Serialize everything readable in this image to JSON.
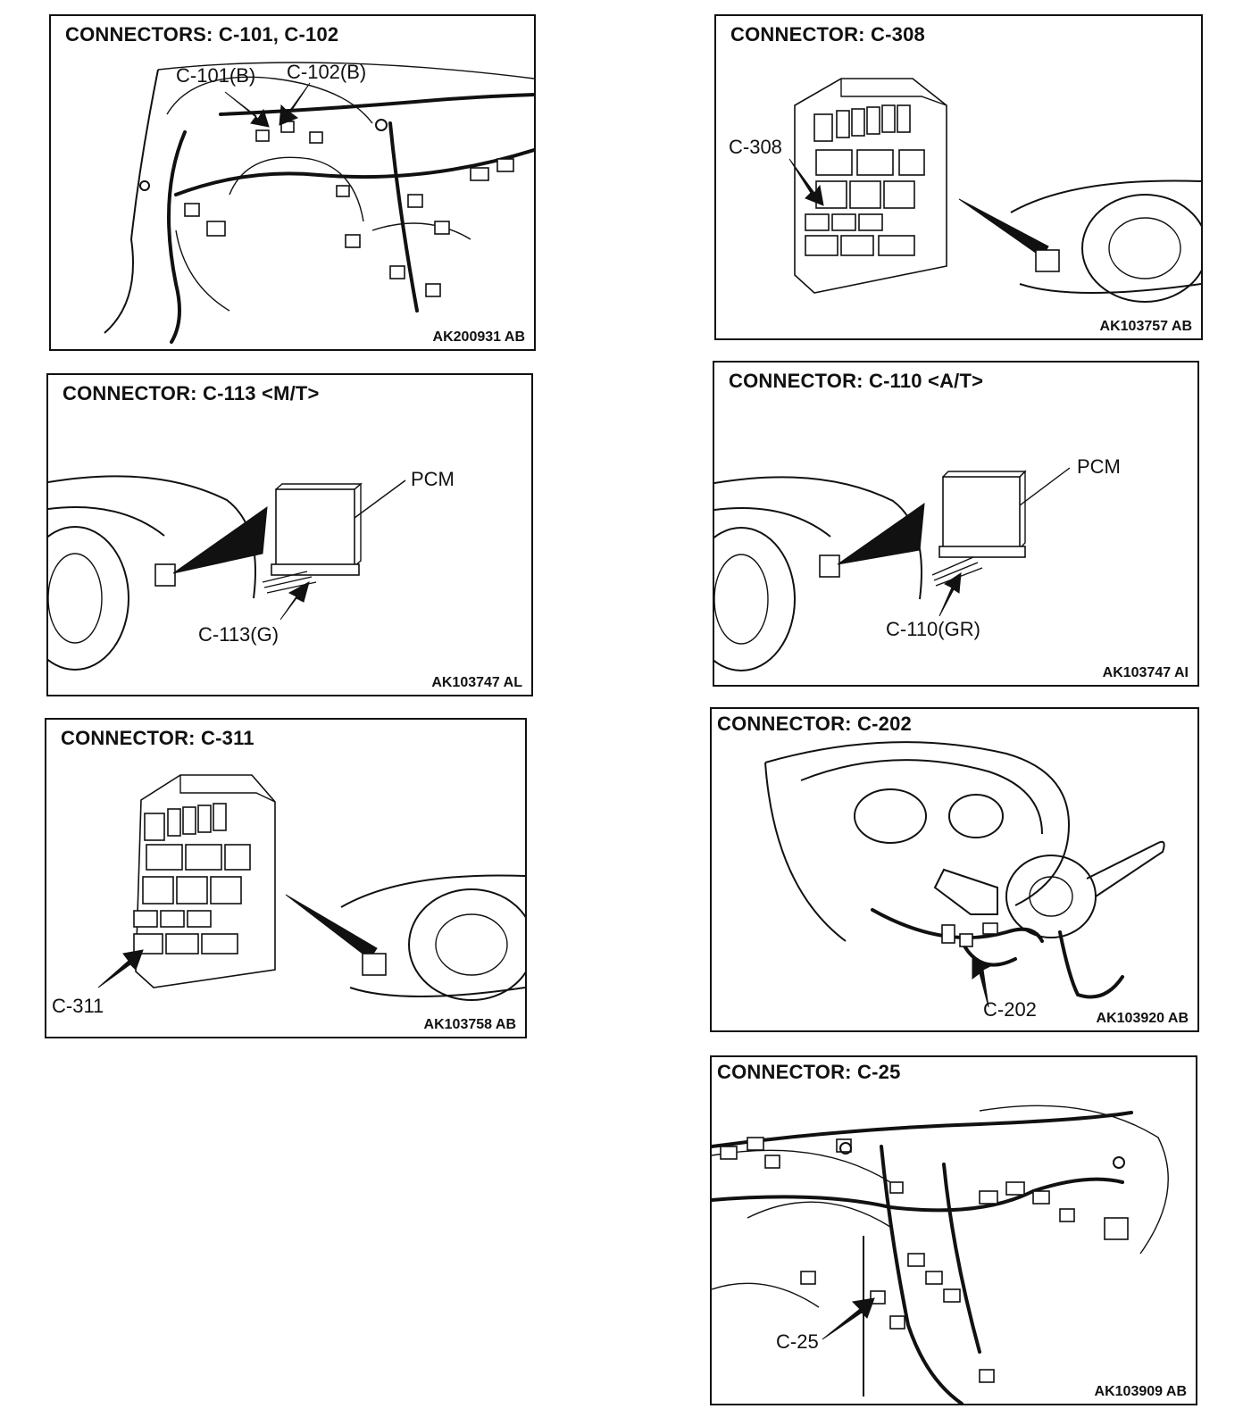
{
  "panels": {
    "p1": {
      "title": "CONNECTORS: C-101, C-102",
      "code": "AK200931 AB",
      "labels": [
        "C-101(B)",
        "C-102(B)"
      ]
    },
    "p2": {
      "title": "CONNECTOR: C-308",
      "code": "AK103757 AB",
      "labels": [
        "C-308"
      ]
    },
    "p3": {
      "title": "CONNECTOR: C-113 <M/T>",
      "code": "AK103747 AL",
      "labels": [
        "PCM",
        "C-113(G)"
      ]
    },
    "p4": {
      "title": "CONNECTOR: C-110 <A/T>",
      "code": "AK103747 AI",
      "labels": [
        "PCM",
        "C-110(GR)"
      ]
    },
    "p5": {
      "title": "CONNECTOR: C-311",
      "code": "AK103758 AB",
      "labels": [
        "C-311"
      ]
    },
    "p6": {
      "title": "CONNECTOR: C-202",
      "code": "AK103920 AB",
      "labels": [
        "C-202"
      ]
    },
    "p7": {
      "title": "CONNECTOR: C-25",
      "code": "AK103909 AB",
      "labels": [
        "C-25"
      ]
    }
  }
}
